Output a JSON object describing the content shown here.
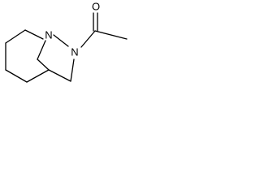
{
  "structure": {
    "atoms": {
      "n1": "N",
      "n2": "N",
      "o": "O"
    }
  }
}
